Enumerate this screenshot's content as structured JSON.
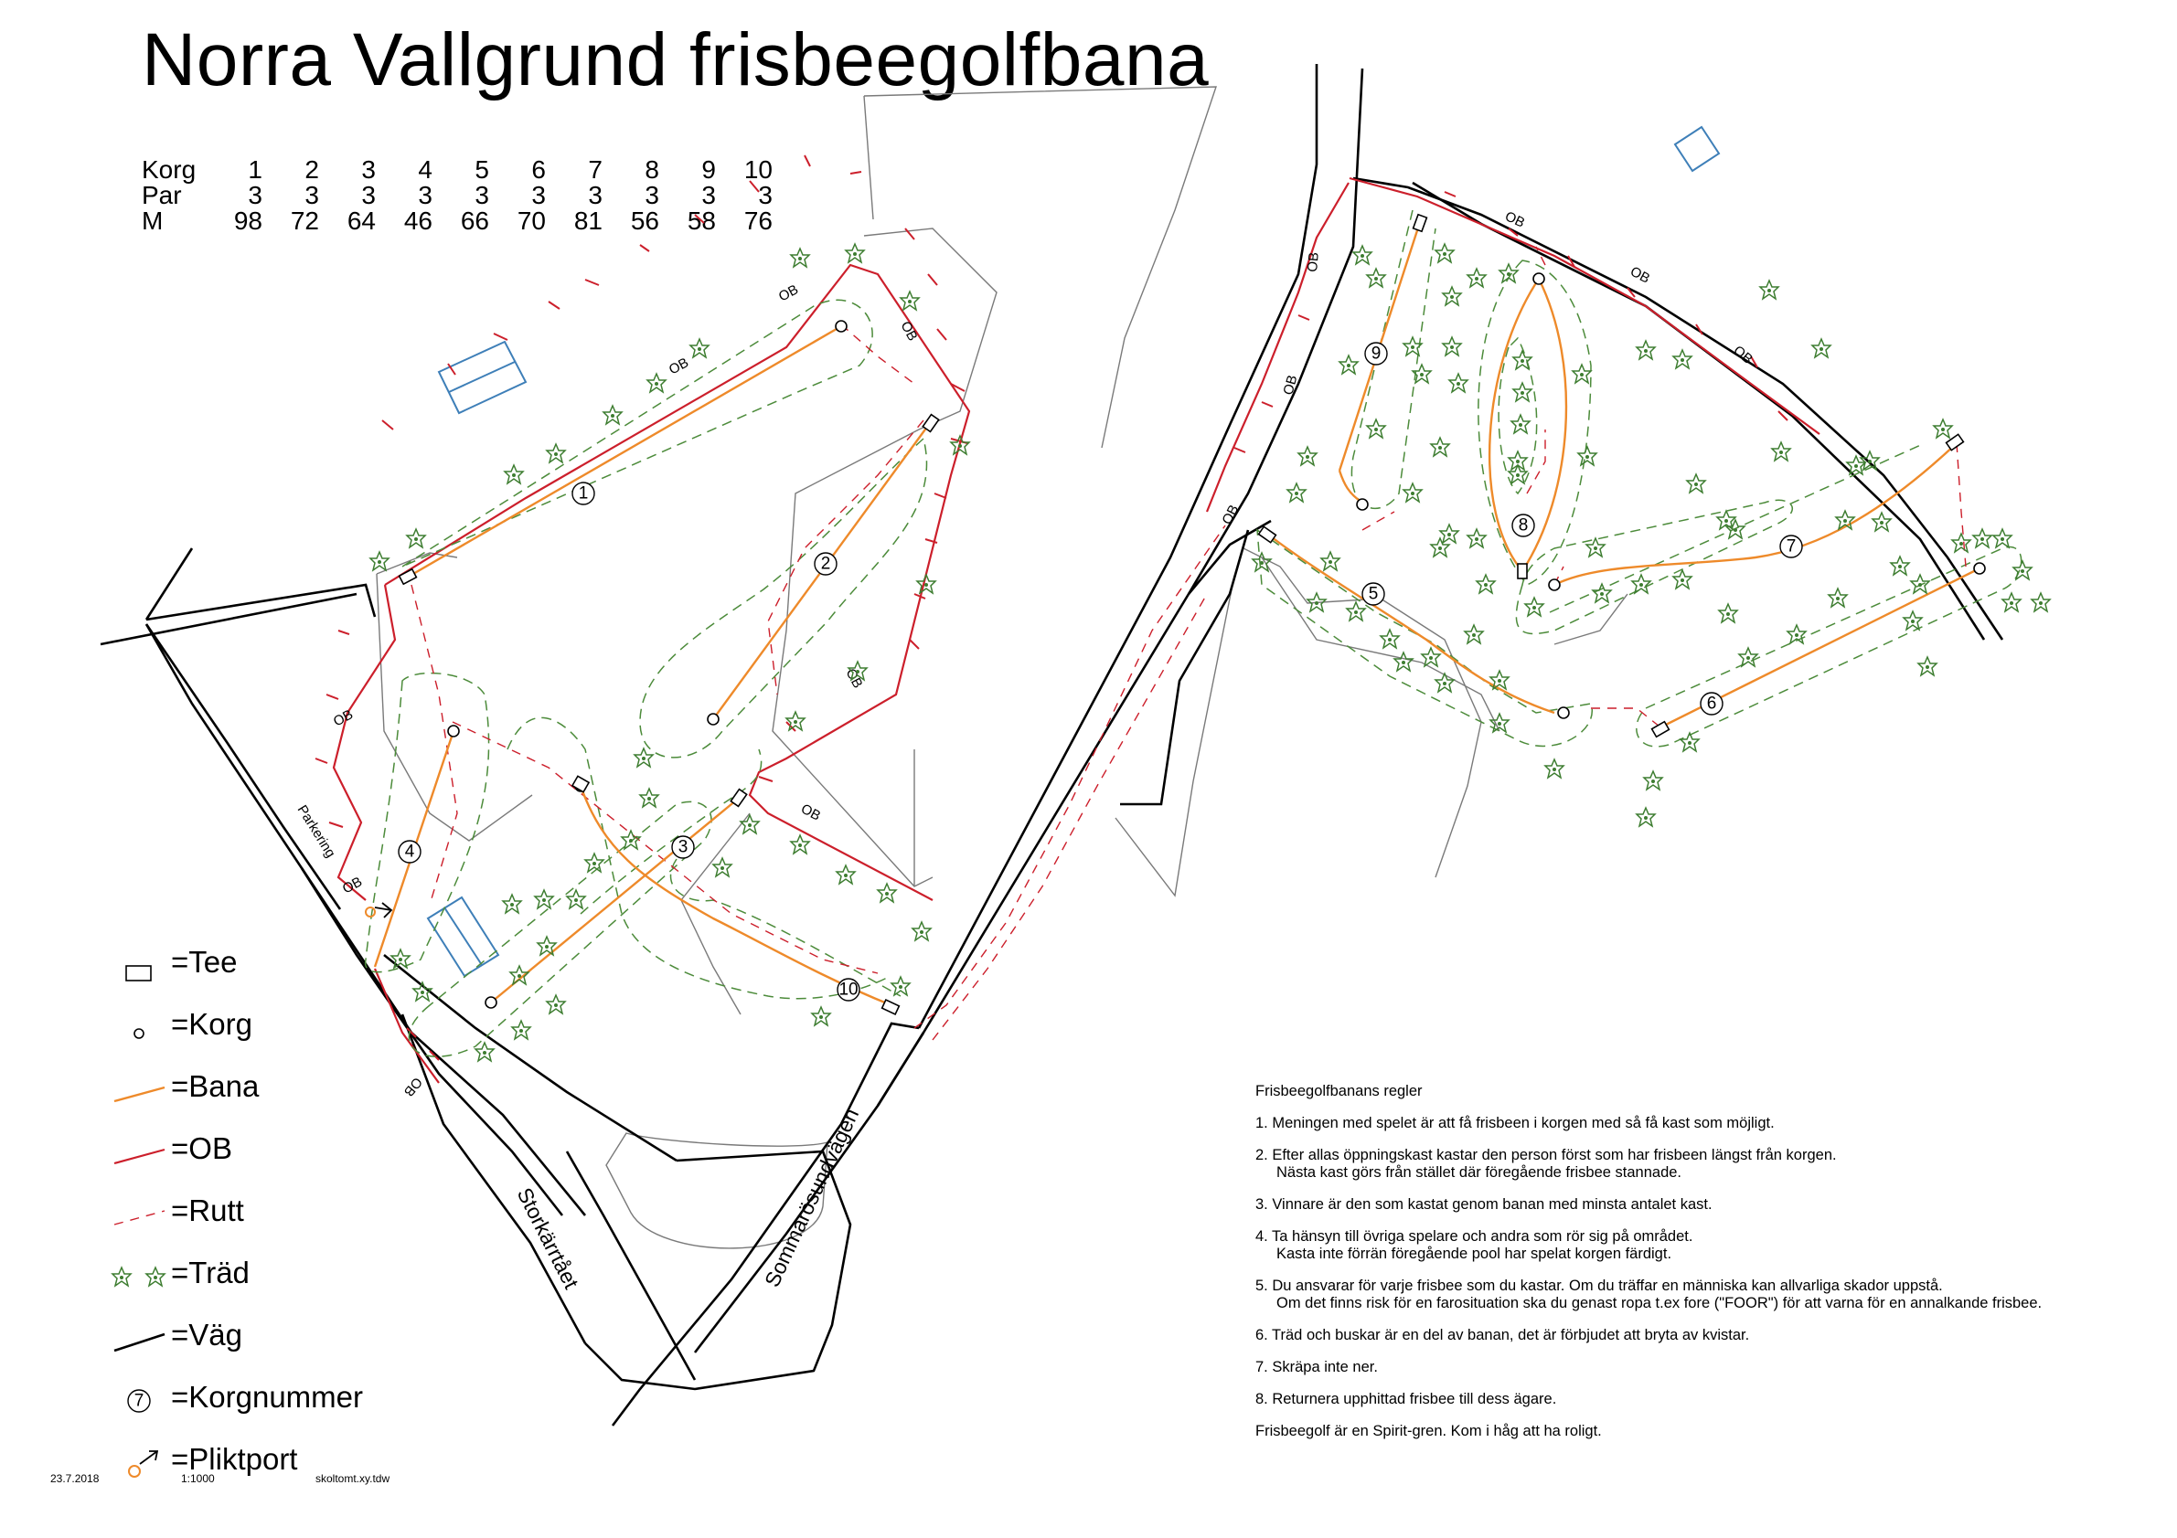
{
  "title": "Norra Vallgrund frisbeegolfbana",
  "scorecard": {
    "rows": [
      {
        "label": "Korg",
        "values": [
          "1",
          "2",
          "3",
          "4",
          "5",
          "6",
          "7",
          "8",
          "9",
          "10"
        ]
      },
      {
        "label": "Par",
        "values": [
          "3",
          "3",
          "3",
          "3",
          "3",
          "3",
          "3",
          "3",
          "3",
          "3"
        ]
      },
      {
        "label": "M",
        "values": [
          "98",
          "72",
          "64",
          "46",
          "66",
          "70",
          "81",
          "56",
          "58",
          "76"
        ]
      }
    ]
  },
  "legend": {
    "items": [
      {
        "symbol": "tee-icon",
        "label": "=Tee"
      },
      {
        "symbol": "basket-icon",
        "label": "=Korg"
      },
      {
        "symbol": "fairway-line-icon",
        "label": "=Bana"
      },
      {
        "symbol": "ob-line-icon",
        "label": "=OB"
      },
      {
        "symbol": "route-line-icon",
        "label": "=Rutt"
      },
      {
        "symbol": "tree-icon",
        "label": "=Träd"
      },
      {
        "symbol": "road-line-icon",
        "label": "=Väg"
      },
      {
        "symbol": "hole-number-icon",
        "label": "=Korgnummer",
        "example": "7"
      },
      {
        "symbol": "penalty-gate-icon",
        "label": "=Pliktport"
      }
    ]
  },
  "map": {
    "ob_label": "OB",
    "parking_label": "Parkering",
    "roads": [
      "Storkärrtået",
      "Sommarösundvägen"
    ],
    "colors": {
      "ob": "#cc1f2b",
      "fairway": "#ee8a2a",
      "route": "#cc1f2b",
      "tree": "#3d7d30",
      "building": "#3e7fb8",
      "road": "#000000"
    },
    "holes": [
      "1",
      "2",
      "3",
      "4",
      "5",
      "6",
      "7",
      "8",
      "9",
      "10"
    ]
  },
  "rules": {
    "heading": "Frisbeegolfbanans regler",
    "items": [
      {
        "lines": [
          "1. Meningen med spelet är att få frisbeen i korgen med så få kast som möjligt."
        ]
      },
      {
        "lines": [
          "2. Efter allas öppningskast kastar den person först som har frisbeen längst från korgen.",
          "Nästa kast görs från stället där föregående frisbee stannade."
        ]
      },
      {
        "lines": [
          "3. Vinnare är den som kastat genom banan med minsta antalet kast."
        ]
      },
      {
        "lines": [
          "4. Ta hänsyn till övriga spelare och andra som rör sig på området.",
          "Kasta inte förrän föregående pool har spelat korgen färdigt."
        ]
      },
      {
        "lines": [
          "5. Du ansvarar för varje frisbee som du kastar. Om du träffar en människa kan allvarliga skador uppstå.",
          "Om det finns risk för en farosituation ska du genast ropa t.ex fore (\"FOOR\") för att varna för en annalkande frisbee."
        ]
      },
      {
        "lines": [
          "6. Träd och buskar är en del av banan, det är förbjudet att bryta av kvistar."
        ]
      },
      {
        "lines": [
          "7. Skräpa inte ner."
        ]
      },
      {
        "lines": [
          "8. Returnera upphittad frisbee till dess ägare."
        ]
      }
    ],
    "closing": "Frisbeegolf är en Spirit-gren. Kom i håg att ha roligt."
  },
  "footer": {
    "date": "23.7.2018",
    "scale": "1:1000",
    "filename": "skoltomt.xy.tdw"
  }
}
